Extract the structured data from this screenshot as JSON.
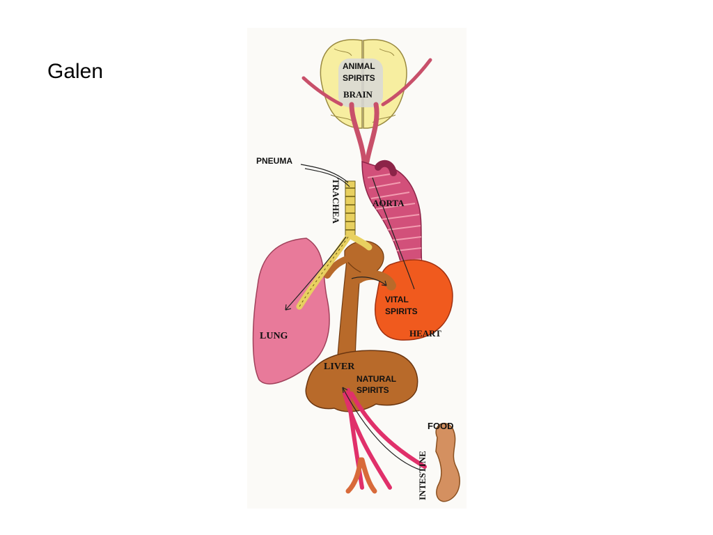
{
  "slide": {
    "title": "Galen"
  },
  "diagram": {
    "labels": {
      "animal_spirits_1": "ANIMAL",
      "animal_spirits_2": "SPIRITS",
      "brain": "BRAIN",
      "pneuma": "PNEUMA",
      "trachea": "TRACHEA",
      "aorta": "AORTA",
      "vital_spirits_1": "VITAL",
      "vital_spirits_2": "SPIRITS",
      "heart": "HEART",
      "lung": "LUNG",
      "liver": "LIVER",
      "natural_spirits_1": "NATURAL",
      "natural_spirits_2": "SPIRITS",
      "food": "FOOD",
      "intestine": "INTESTINE"
    },
    "colors": {
      "brain": "#f7eea0",
      "vessel": "#c8506a",
      "aorta_stripe": "#e07890",
      "lung": "#e87a9a",
      "heart": "#f05a1e",
      "liver": "#b86a2a",
      "trachea": "#e8d060",
      "intestine": "#d49060",
      "vein": "#e0306a"
    }
  }
}
